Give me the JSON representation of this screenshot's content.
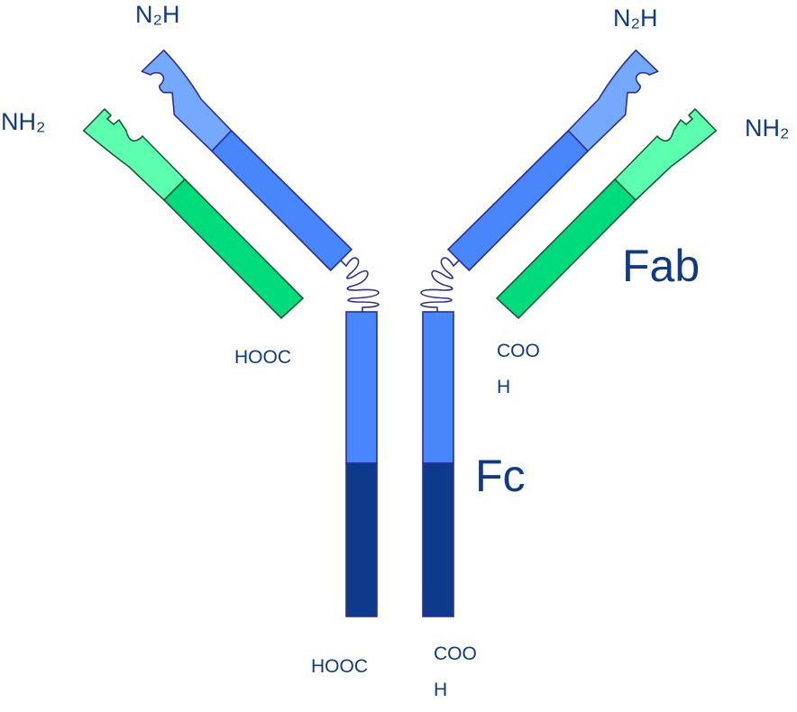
{
  "colors": {
    "heavy_variable": "#74a9fd",
    "heavy_constant": "#4886fb",
    "heavy_fc_lower": "#0d3a8a",
    "heavy_stroke": "#2a2e98",
    "light_variable": "#5cffae",
    "light_constant": "#00dc7c",
    "light_stroke": "#1e5a3a",
    "label": "#0e3a87"
  },
  "labels": {
    "heavy_left_n_term": "N₂H",
    "light_left_n_term": "NH₂",
    "heavy_right_n_term": "N₂H",
    "light_right_n_term": "NH₂",
    "fab": "Fab",
    "fc": "Fc",
    "light_left_c_term": "HOOC",
    "light_right_c_term_line1": "COO",
    "light_right_c_term_line2": "H",
    "heavy_left_c_term": "HOOC",
    "heavy_right_c_term_line1": "COO",
    "heavy_right_c_term_line2": "H"
  }
}
